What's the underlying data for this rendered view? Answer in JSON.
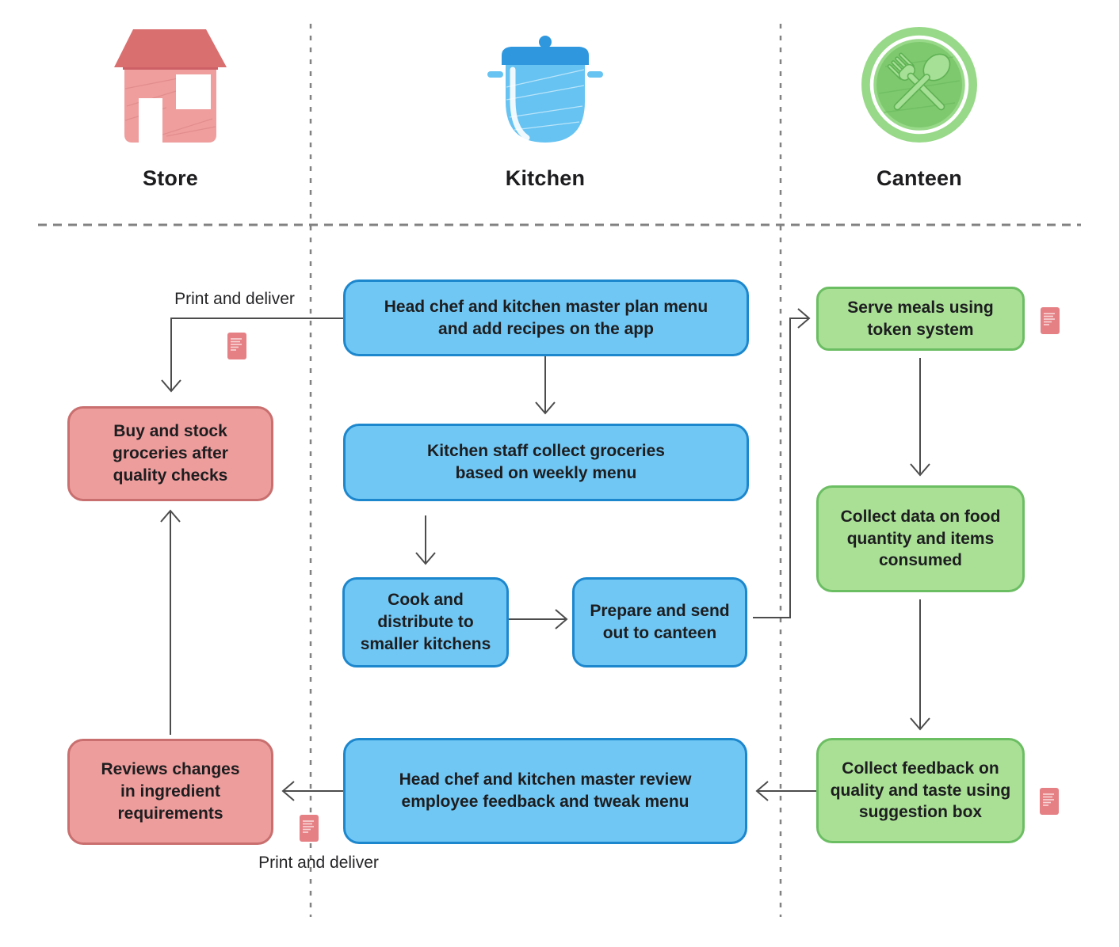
{
  "lanes": [
    {
      "id": "store",
      "label": "Store",
      "icon": "house-icon"
    },
    {
      "id": "kitchen",
      "label": "Kitchen",
      "icon": "cooking-pot-icon"
    },
    {
      "id": "canteen",
      "label": "Canteen",
      "icon": "plate-with-cutlery-icon"
    }
  ],
  "nodes": {
    "plan_menu": {
      "lane": "kitchen",
      "label": "Head chef and kitchen master plan menu and add recipes on the app"
    },
    "collect_groceries": {
      "lane": "kitchen",
      "label": "Kitchen staff collect groceries based on weekly menu"
    },
    "cook_distribute": {
      "lane": "kitchen",
      "label": "Cook and distribute to smaller kitchens"
    },
    "prepare_send": {
      "lane": "kitchen",
      "label": "Prepare and send out to canteen"
    },
    "serve_meals": {
      "lane": "canteen",
      "label": "Serve meals using token system"
    },
    "collect_data": {
      "lane": "canteen",
      "label": "Collect data on food quantity and items consumed"
    },
    "collect_feedback": {
      "lane": "canteen",
      "label": "Collect feedback on quality and taste using suggestion box"
    },
    "review_feedback": {
      "lane": "kitchen",
      "label": "Head chef and kitchen master review employee feedback and tweak menu"
    },
    "buy_stock": {
      "lane": "store",
      "label": "Buy and stock groceries after quality checks"
    },
    "review_changes": {
      "lane": "store",
      "label": "Reviews changes in ingredient requirements"
    }
  },
  "annotations": {
    "print_and_deliver_top": "Print and deliver",
    "print_and_deliver_bottom": "Print and deliver"
  },
  "icons": {
    "store": "house-icon",
    "kitchen": "cooking-pot-icon",
    "canteen": "plate-with-cutlery-icon",
    "attachment": "document-icon"
  },
  "colors": {
    "blue_fill": "#70c7f4",
    "blue_border": "#1d87cd",
    "green_fill": "#a9e096",
    "green_border": "#6cbe63",
    "red_fill": "#ee9d9d",
    "red_border": "#c96f6f",
    "arrow": "#4c4c4c",
    "divider": "#828282",
    "text": "#1d1d1f",
    "doc": "#e58085",
    "house_roof": "#d96f6f",
    "house_roof_edge": "#cd6066",
    "house_body": "#ef9d9d",
    "pot_lid": "#2e97de",
    "pot_body": "#66c3f2",
    "plate_outer": "#98d989",
    "plate_inner": "#7ec96e",
    "utensil": "#a6df96",
    "utensil_stroke": "#5fb254"
  }
}
